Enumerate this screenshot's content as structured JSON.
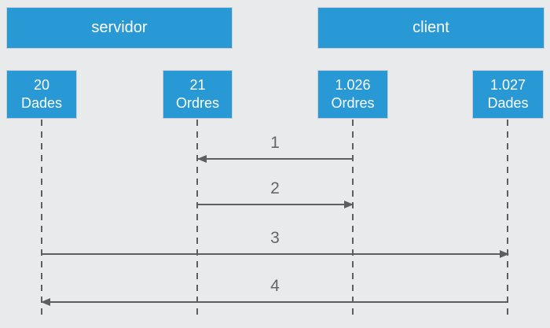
{
  "colors": {
    "background": "#e9eaec",
    "box_fill": "#2899d5",
    "box_border": "#c9ced2",
    "box_text": "#ffffff",
    "line": "#5c5e61",
    "label": "#636568"
  },
  "actors": [
    {
      "label": "servidor"
    },
    {
      "label": "client"
    }
  ],
  "ports": [
    {
      "number": "20",
      "name": "Dades",
      "actor": "servidor"
    },
    {
      "number": "21",
      "name": "Ordres",
      "actor": "servidor"
    },
    {
      "number": "1.026",
      "name": "Ordres",
      "actor": "client"
    },
    {
      "number": "1.027",
      "name": "Dades",
      "actor": "client"
    }
  ],
  "messages": [
    {
      "label": "1",
      "from": "1.026 Ordres",
      "to": "21 Ordres",
      "direction": "left"
    },
    {
      "label": "2",
      "from": "21 Ordres",
      "to": "1.026 Ordres",
      "direction": "right"
    },
    {
      "label": "3",
      "from": "20 Dades",
      "to": "1.027 Dades",
      "direction": "right"
    },
    {
      "label": "4",
      "from": "1.027 Dades",
      "to": "20 Dades",
      "direction": "left"
    }
  ]
}
